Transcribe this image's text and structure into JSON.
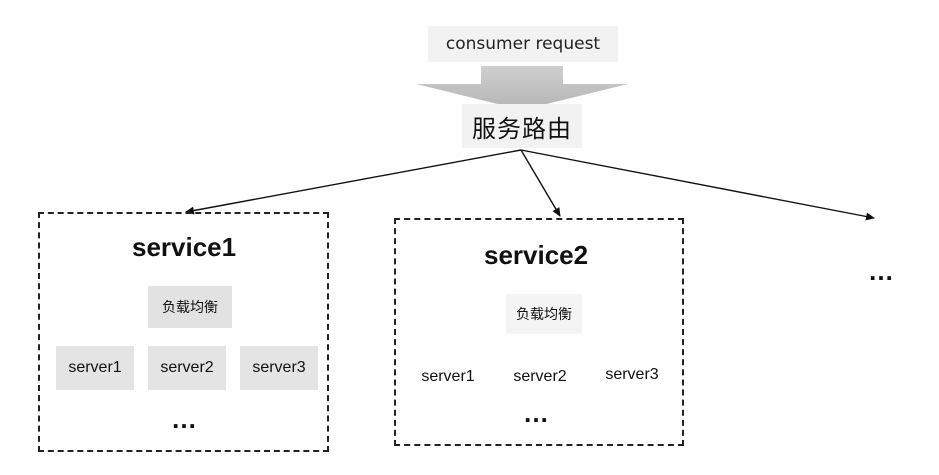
{
  "request": {
    "label": "consumer request"
  },
  "router": {
    "label": "服务路由"
  },
  "services": [
    {
      "title": "service1",
      "load_balancer": "负载均衡",
      "servers": [
        "server1",
        "server2",
        "server3"
      ],
      "more": "…"
    },
    {
      "title": "service2",
      "load_balancer": "负载均衡",
      "servers": [
        "server1",
        "server2",
        "server3"
      ],
      "more": "…"
    }
  ],
  "more_services": "…"
}
